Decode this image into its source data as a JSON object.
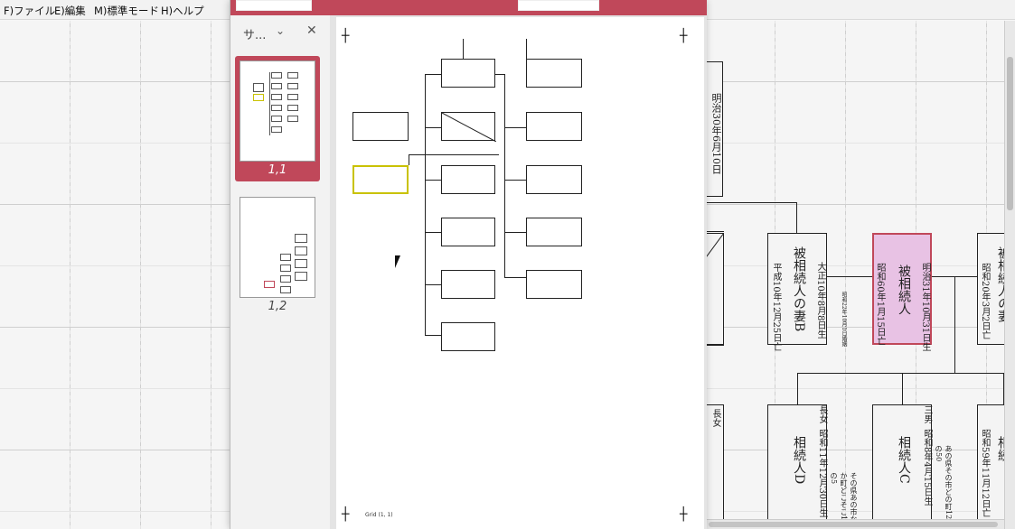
{
  "menu": {
    "file": "F)ファイル",
    "edit": "E)編集",
    "mode": "M)標準モード",
    "help": "H)ヘルプ"
  },
  "sidebar": {
    "title": "サ...",
    "chevron_icon": "chevron-down-icon",
    "close_icon": "close-icon",
    "pages": [
      {
        "label": "1,1",
        "selected": true
      },
      {
        "label": "1,2",
        "selected": false
      }
    ]
  },
  "preview": {
    "grid_label": "Grid (1, 1)"
  },
  "diagram": {
    "date_meiji30": "明治30年6月10日",
    "wife_name": "被相続人の妻B",
    "wife_birth": "大正10年8月8日生",
    "wife_death": "平成10年12月25日亡",
    "marriage": "昭和22年10月1日婚姻",
    "decedent_name": "被相続人",
    "decedent_birth": "明治31年10月31日生",
    "decedent_death": "昭和60年1月15日亡",
    "right_death": "昭和20年3月2日亡",
    "right_name_partial": "被相続人の妻",
    "eldest_daughter": "長女",
    "heir_d_name": "相続人D",
    "heir_d_relation": "長女",
    "heir_d_birth": "昭和11年12月30日生",
    "heir_d_address": "その県あの市なんとか町どこそこ1234の5",
    "heir_c_name": "相続人C",
    "heir_c_relation": "三男",
    "heir_c_birth": "昭和8年4月15日生",
    "heir_c_address": "あの県その市どの町1234の50",
    "far_right_birth": "昭和59年11月12日亡",
    "far_right_name": "相続"
  },
  "colors": {
    "accent": "#c0485a",
    "highlight_fill": "#e8c2e4",
    "highlight_border": "#c0485a"
  }
}
